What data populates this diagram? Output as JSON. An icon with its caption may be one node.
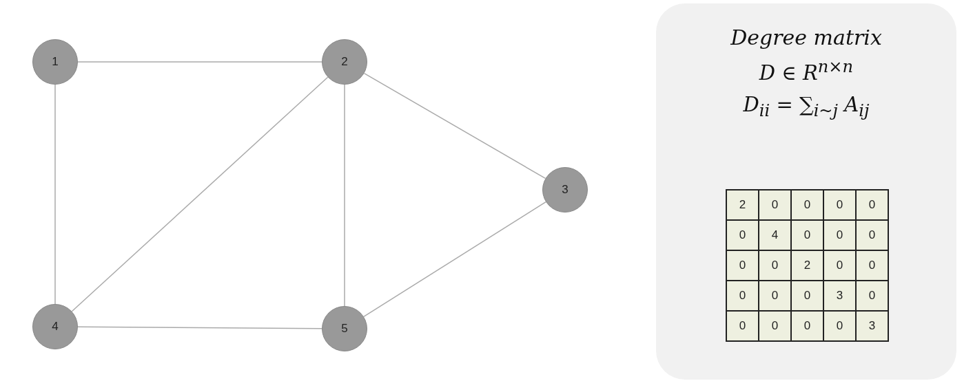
{
  "diagram": {
    "nodes": [
      {
        "text": [
          "1"
        ]
      },
      {
        "text": [
          "2"
        ]
      },
      {
        "text": [
          "3"
        ]
      },
      {
        "text": [
          "4"
        ]
      },
      {
        "text": [
          "5"
        ]
      },
      {
        "text": [
          "Degree matrix",
          "D ∈ R$^{n×n}$",
          "D$_{ii}$ = ∑$_{i~j}$ A$_{ij}$"
        ]
      }
    ],
    "edges": [
      {
        "from": 0,
        "to": 1,
        "arrow": "none"
      },
      {
        "from": 0,
        "to": 3,
        "arrow": "none"
      },
      {
        "from": 1,
        "to": 3,
        "arrow": "none"
      },
      {
        "from": 1,
        "to": 4,
        "arrow": "none"
      },
      {
        "from": 1,
        "to": 2,
        "arrow": "none"
      },
      {
        "from": 3,
        "to": 4,
        "arrow": "none"
      },
      {
        "from": 4,
        "to": 2,
        "arrow": "none"
      }
    ],
    "labels": [
      "2",
      "0",
      "0",
      "0",
      "0",
      "0",
      "4",
      "0",
      "0",
      "0",
      "0",
      "0",
      "2",
      "0",
      "0",
      "0",
      "0",
      "0",
      "3",
      "0",
      "0",
      "0",
      "0",
      "0",
      "3"
    ]
  }
}
